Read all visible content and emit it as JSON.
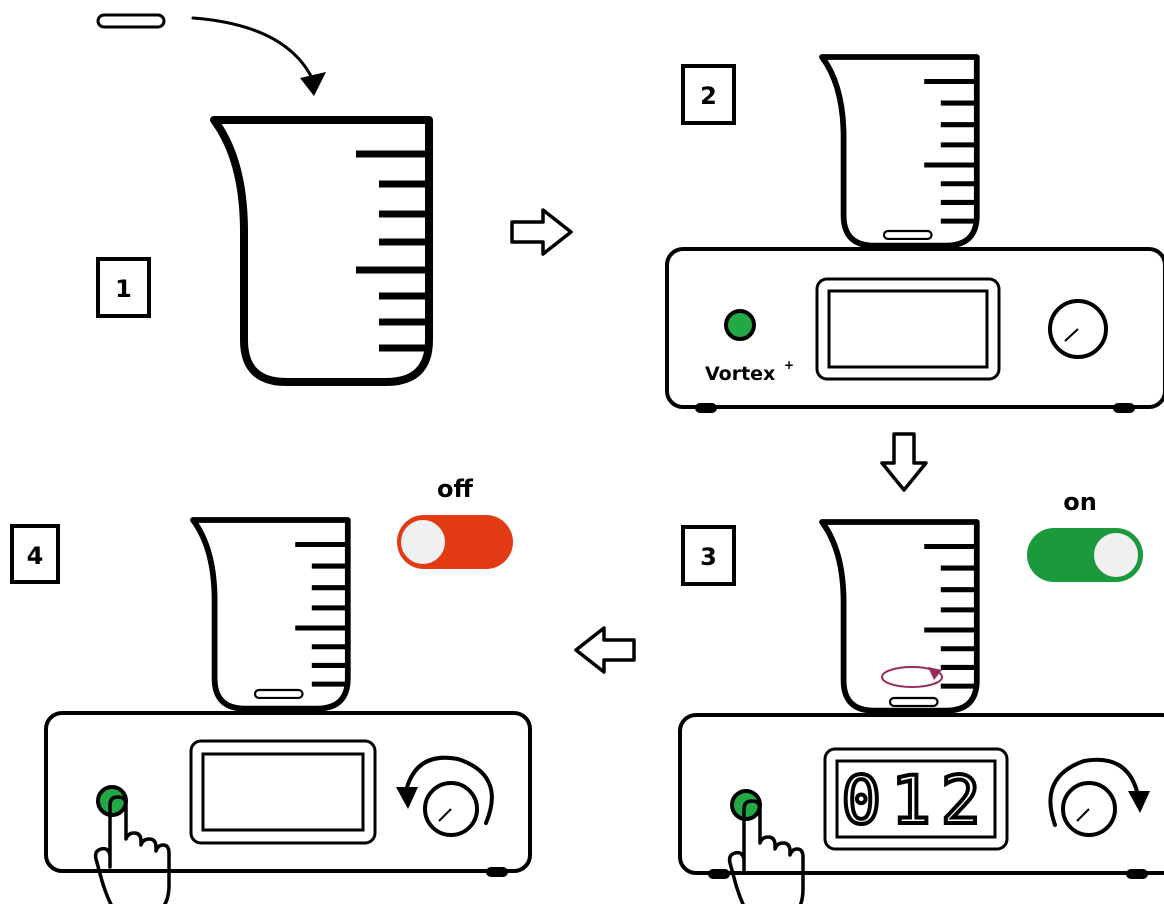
{
  "steps": [
    {
      "number": "1"
    },
    {
      "number": "2"
    },
    {
      "number": "3"
    },
    {
      "number": "4"
    }
  ],
  "device": {
    "brand": "Vortex",
    "brand_superscript": "+"
  },
  "display_step3": "012",
  "toggles": {
    "on_label": "on",
    "off_label": "off"
  },
  "colors": {
    "button_green": "#22a845",
    "toggle_on": "#1b9a3c",
    "toggle_off": "#e23a12",
    "swirl": "#9a2a5a"
  },
  "icons": [
    "curved-arrow-icon",
    "right-arrow-icon",
    "down-arrow-icon",
    "left-arrow-icon",
    "pointing-hand-icon",
    "rotate-clockwise-icon",
    "rotate-counterclockwise-icon",
    "stir-bar-icon",
    "beaker-icon"
  ]
}
